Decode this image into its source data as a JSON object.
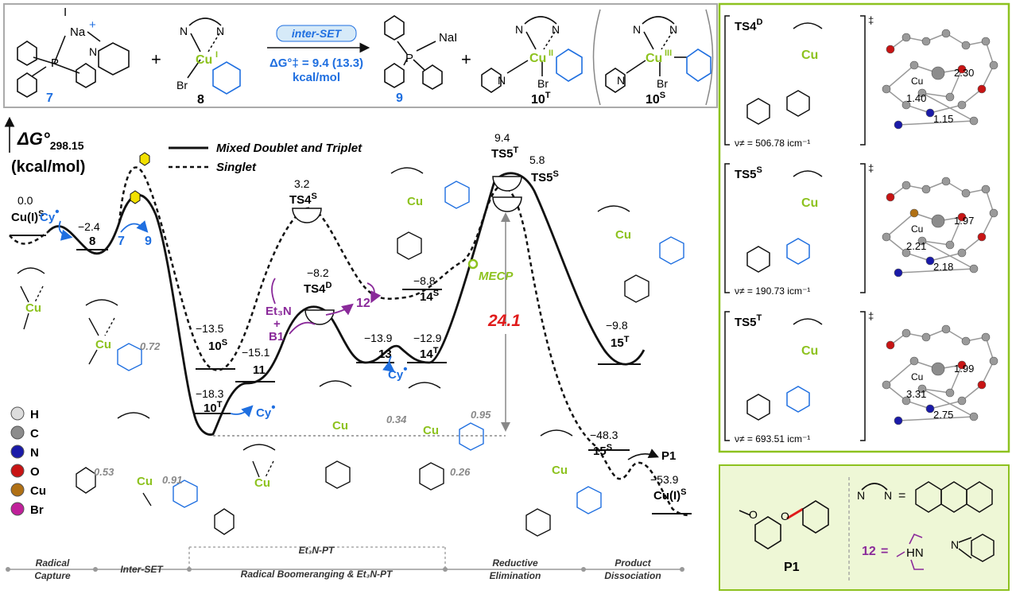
{
  "colors": {
    "copper_label": "#8dc21f",
    "radical": "#1f6fe0",
    "amine": "#8a2a9a",
    "barrier": "#e01b1b",
    "panel_border": "#8dc21f",
    "panel_fill": "#eef7d6",
    "frame_border": "#aaaaaa"
  },
  "axis": {
    "symbol": "ΔG°",
    "subscript": "298.15",
    "unit": "(kcal/mol)"
  },
  "legend": {
    "solid": "Mixed Doublet and Triplet",
    "dashed": "Singlet"
  },
  "top_scheme": {
    "label_7": "7",
    "label_8": "8",
    "label_9": "9",
    "label_10T": "10",
    "label_10T_sup": "T",
    "label_10S": "10",
    "label_10S_sup": "S",
    "plus": "+",
    "step": "inter-SET",
    "dg_line1": "ΔG°‡ = 9.4 (13.3)",
    "dg_line2": "kcal/mol",
    "na": "Na",
    "i": "I",
    "nai": "NaI",
    "br": "Br",
    "cu1": "Cu",
    "cu1_ox": "I",
    "cu2_ox": "II",
    "cu3_ox": "III",
    "n": "N"
  },
  "states": [
    {
      "id": "cu1s",
      "energy": "0.0",
      "name": "Cu(I)",
      "sup": "S"
    },
    {
      "id": "s8",
      "energy": "−2.4",
      "name": "8",
      "sup": ""
    },
    {
      "id": "s10s",
      "energy": "−13.5",
      "name": "10",
      "sup": "S"
    },
    {
      "id": "s10t",
      "energy": "−18.3",
      "name": "10",
      "sup": "T"
    },
    {
      "id": "s11",
      "energy": "−15.1",
      "name": "11",
      "sup": ""
    },
    {
      "id": "ts4s",
      "energy": "3.2",
      "name": "TS4",
      "sup": "S"
    },
    {
      "id": "ts4d",
      "energy": "−8.2",
      "name": "TS4",
      "sup": "D"
    },
    {
      "id": "s13",
      "energy": "−13.9",
      "name": "13",
      "sup": ""
    },
    {
      "id": "s14s",
      "energy": "−8.8",
      "name": "14",
      "sup": "S"
    },
    {
      "id": "s14t",
      "energy": "−12.9",
      "name": "14",
      "sup": "T"
    },
    {
      "id": "ts5t",
      "energy": "9.4",
      "name": "TS5",
      "sup": "T"
    },
    {
      "id": "ts5s",
      "energy": "5.8",
      "name": "TS5",
      "sup": "S"
    },
    {
      "id": "s15t",
      "energy": "−9.8",
      "name": "15",
      "sup": "T"
    },
    {
      "id": "s15s",
      "energy": "−48.3",
      "name": "15",
      "sup": "S"
    },
    {
      "id": "cu1s_end",
      "energy": "−53.9",
      "name": "Cu(I)",
      "sup": "S"
    }
  ],
  "annotations": {
    "cy": "Cy",
    "seven": "7",
    "nine": "9",
    "et3n": "Et₃N",
    "plus": "+",
    "b1": "B1",
    "twelve": "12",
    "mecp": "MECP",
    "barrier": "24.1",
    "p1": "P1",
    "spin_072": "0.72",
    "spin_053": "0.53",
    "spin_091": "0.91",
    "spin_034": "0.34",
    "spin_095": "0.95",
    "spin_026": "0.26"
  },
  "atom_legend": [
    "H",
    "C",
    "N",
    "O",
    "Cu",
    "Br"
  ],
  "atom_colors": [
    "#dddddd",
    "#8c8c8c",
    "#1a1aa8",
    "#c81414",
    "#b07014",
    "#c0209a"
  ],
  "stages": [
    {
      "label": "Radical\nCapture"
    },
    {
      "label": "Inter-SET"
    },
    {
      "label": "Radical Boomeranging & Et₃N-PT"
    },
    {
      "label": "Reductive\nElimination"
    },
    {
      "label": "Product\nDissociation"
    }
  ],
  "stage_top": "Et₃N-PT",
  "ts_panel": [
    {
      "name": "TS4",
      "sup": "D",
      "charge": "‡",
      "freq": "ν≠ = 506.78 icm⁻¹",
      "dists": [
        "2.30",
        "1.40",
        "1.15"
      ]
    },
    {
      "name": "TS5",
      "sup": "S",
      "charge": "‡",
      "freq": "ν≠ = 190.73 icm⁻¹",
      "dists": [
        "1.97",
        "2.21",
        "2.18"
      ]
    },
    {
      "name": "TS5",
      "sup": "T",
      "charge": "‡",
      "freq": "ν≠ = 693.51 icm⁻¹",
      "dists": [
        "1.99",
        "3.31",
        "2.75"
      ]
    }
  ],
  "key_panel": {
    "p1": "P1",
    "twelve": "12",
    "eq": "=",
    "hn": "HN",
    "n": "N"
  }
}
